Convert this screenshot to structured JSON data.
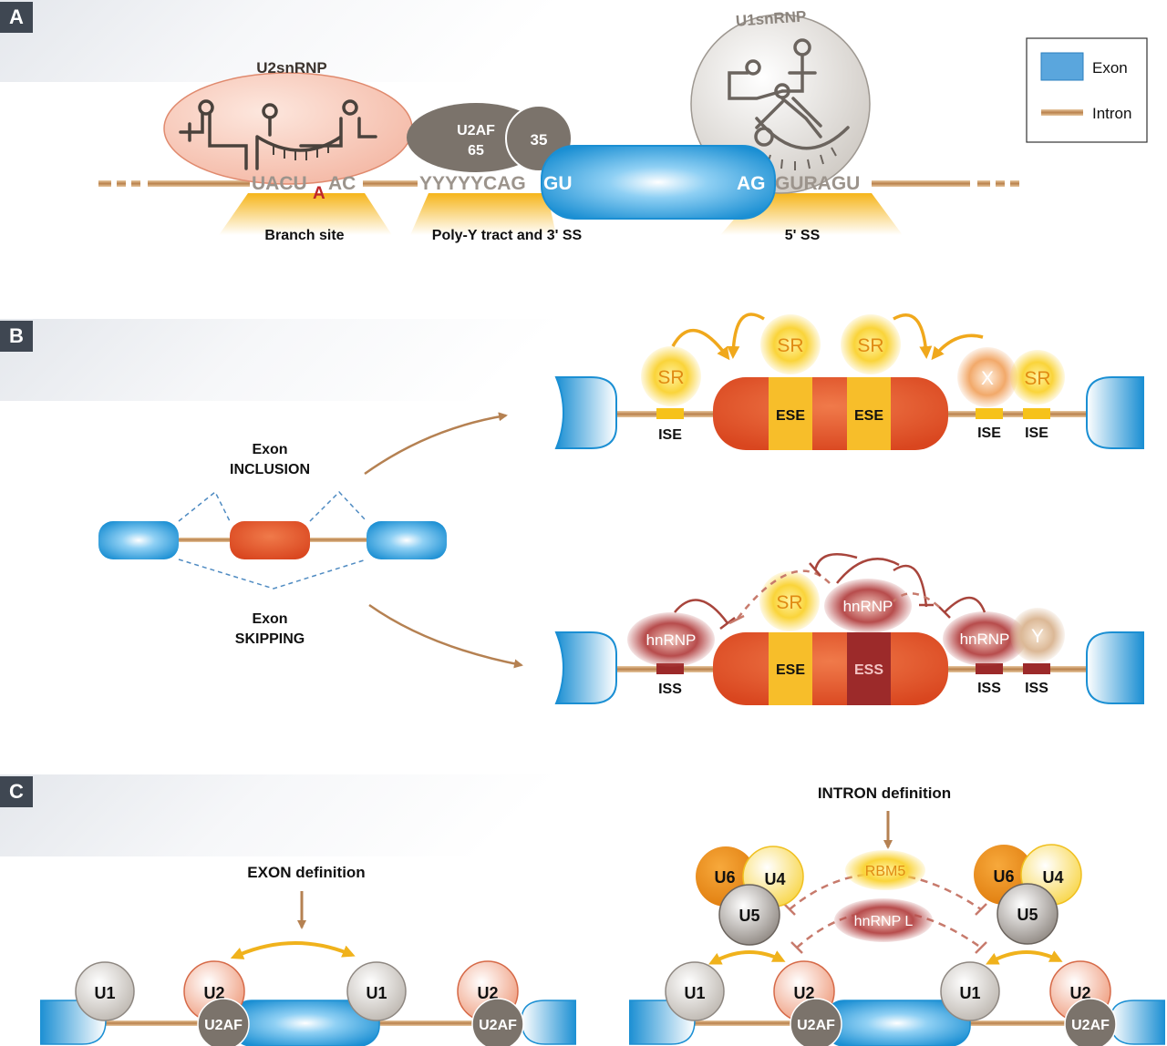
{
  "panels": {
    "a": "A",
    "b": "B",
    "c": "C"
  },
  "panel_a": {
    "u2snrnp": "U2snRNP",
    "u1snrnp": "U1snRNP",
    "u2af_65_line1": "U2AF",
    "u2af_65_line2": "65",
    "u2af_35": "35",
    "seq_branch_left": "UACU",
    "seq_branch_a": "A",
    "seq_branch_right": "AC",
    "seq_polyy": "YYYYYCAG",
    "seq_gu": "GU",
    "seq_ag": "AG",
    "seq_5ss": "GURAGU",
    "label_branch": "Branch site",
    "label_polyy": "Poly-Y tract and 3' SS",
    "label_5ss": "5' SS",
    "legend_exon": "Exon",
    "legend_intron": "Intron"
  },
  "panel_b": {
    "inclusion_line1": "Exon",
    "inclusion_line2": "INCLUSION",
    "skipping_line1": "Exon",
    "skipping_line2": "SKIPPING",
    "sr": "SR",
    "x": "X",
    "y": "Y",
    "hnrnp": "hnRNP",
    "ise": "ISE",
    "ese": "ESE",
    "iss": "ISS",
    "ess": "ESS"
  },
  "panel_c": {
    "exon_definition": "EXON definition",
    "intron_definition": "INTRON definition",
    "u1": "U1",
    "u2": "U2",
    "u2af": "U2AF",
    "u4": "U4",
    "u5": "U5",
    "u6": "U6",
    "rbm5": "RBM5",
    "hnrnp_l": "hnRNP L"
  },
  "colors": {
    "exon_blue": "#2a9ad8",
    "alt_exon_orange": "#e2542a",
    "intron_tan": "#c89a68",
    "enhancer_yellow": "#f4b81f",
    "silencer_red": "#9c2a2a",
    "sr_yellow": "#f7c21c",
    "hnrnp_red": "#b84e4e",
    "snrnp_gray": "#7d756d",
    "panel_tag": "#3f4752"
  }
}
